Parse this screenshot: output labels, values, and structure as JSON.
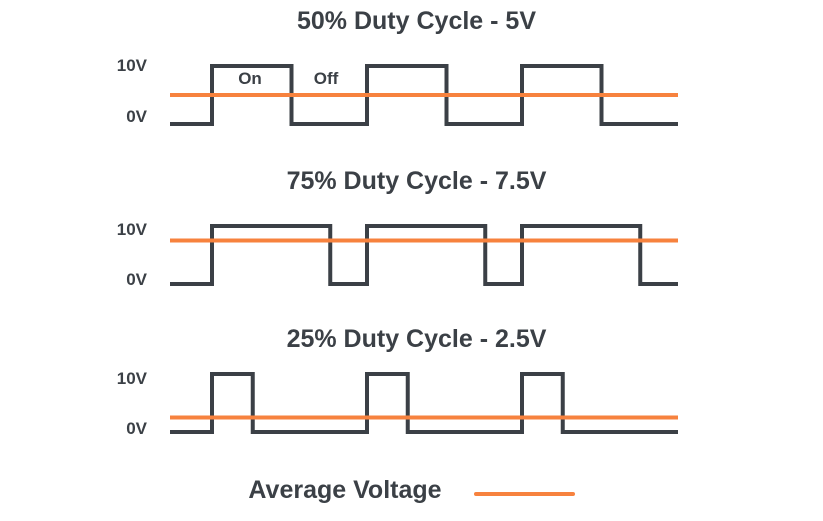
{
  "colors": {
    "waveform": "#3B4046",
    "average_line": "#F7823E",
    "text": "#3B4046",
    "background": "#FFFFFF"
  },
  "panels": [
    {
      "title": "50% Duty Cycle - 5V",
      "duty_percent": 50,
      "average_voltage": "5V",
      "high_label": "10V",
      "low_label": "0V",
      "pulse_labels": {
        "on": "On",
        "off": "Off"
      }
    },
    {
      "title": "75% Duty Cycle - 7.5V",
      "duty_percent": 75,
      "average_voltage": "7.5V",
      "high_label": "10V",
      "low_label": "0V"
    },
    {
      "title": "25% Duty Cycle - 2.5V",
      "duty_percent": 25,
      "average_voltage": "2.5V",
      "high_label": "10V",
      "low_label": "0V"
    }
  ],
  "legend": {
    "label": "Average Voltage"
  }
}
